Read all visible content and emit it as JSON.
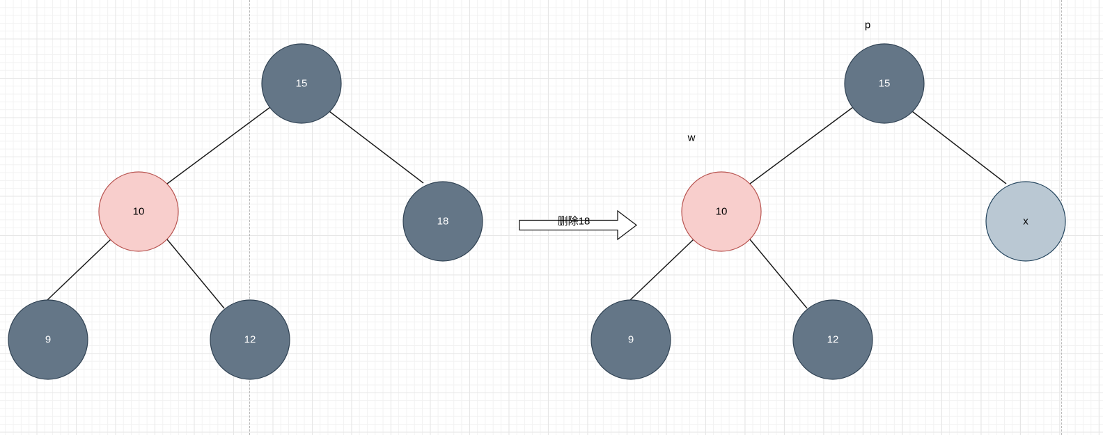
{
  "colors": {
    "black_node_fill": "#647687",
    "black_node_stroke": "#314354",
    "black_node_text": "#ffffff",
    "red_node_fill": "#f8cecc",
    "red_node_stroke": "#b85450",
    "red_node_text": "#000000",
    "placeholder_fill": "#bac8d3",
    "placeholder_stroke": "#23445d",
    "edge": "#1a1a1a"
  },
  "left_tree": {
    "nodes": [
      {
        "id": "15",
        "label": "15",
        "kind": "black"
      },
      {
        "id": "10",
        "label": "10",
        "kind": "red"
      },
      {
        "id": "18",
        "label": "18",
        "kind": "black"
      },
      {
        "id": "9",
        "label": "9",
        "kind": "black"
      },
      {
        "id": "12",
        "label": "12",
        "kind": "black"
      }
    ]
  },
  "arrow": {
    "label": "删除18"
  },
  "right_tree": {
    "labels": {
      "parent": "p",
      "sibling": "w"
    },
    "nodes": [
      {
        "id": "15",
        "label": "15",
        "kind": "black"
      },
      {
        "id": "10",
        "label": "10",
        "kind": "red"
      },
      {
        "id": "x",
        "label": "x",
        "kind": "placeholder"
      },
      {
        "id": "9",
        "label": "9",
        "kind": "black"
      },
      {
        "id": "12",
        "label": "12",
        "kind": "black"
      }
    ]
  }
}
